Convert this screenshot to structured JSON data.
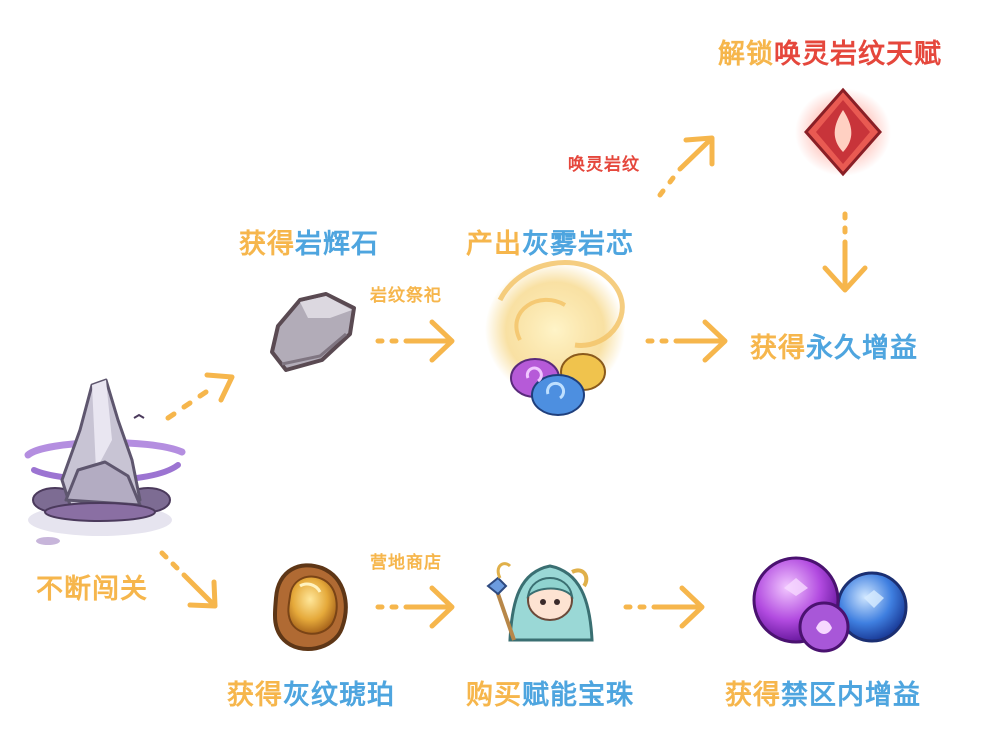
{
  "colors": {
    "orange": "#f6b64c",
    "blue": "#4ea5df",
    "red": "#e5473c"
  },
  "nodes": {
    "stage": {
      "icon": "rocky-mountain-icon",
      "label": "不断闯关"
    },
    "rock": {
      "icon": "gray-rock-icon",
      "label_prefix": "获得",
      "label_highlight": "岩辉石"
    },
    "core": {
      "icon": "mist-rock-core-icon",
      "label_prefix": "产出",
      "label_highlight": "灰雾岩芯"
    },
    "talent": {
      "icon": "red-crystal-talent-icon",
      "label_prefix": "解锁",
      "label_highlight": "唤灵岩纹天赋"
    },
    "permanent": {
      "label_prefix": "获得",
      "label_highlight": "永久增益"
    },
    "amber": {
      "icon": "amber-stone-icon",
      "label_prefix": "获得",
      "label_highlight": "灰纹琥珀"
    },
    "orb": {
      "icon": "mage-character-icon",
      "label_prefix": "购买",
      "label_highlight": "赋能宝珠"
    },
    "zone": {
      "icon": "purple-blue-orbs-icon",
      "label_prefix": "获得",
      "label_highlight": "禁区内增益"
    }
  },
  "edges": {
    "rock_to_core": "岩纹祭祀",
    "core_to_talent": "唤灵岩纹",
    "amber_to_orb": "营地商店"
  }
}
